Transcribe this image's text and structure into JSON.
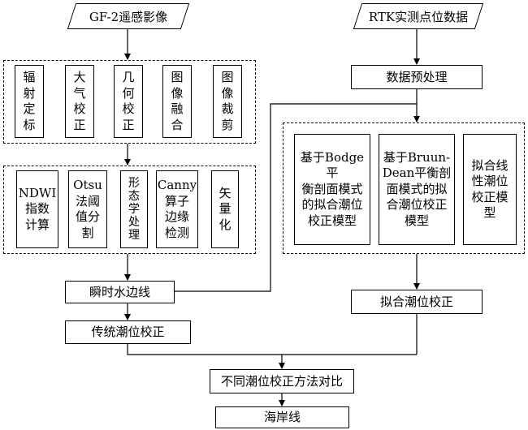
{
  "inputs": {
    "gf2": "GF-2遥感影像",
    "rtk": "RTK实测点位数据"
  },
  "preprocess": {
    "steps": [
      "辐\n射\n定\n标",
      "大\n气\n校\n正",
      "几\n何\n校\n正",
      "图\n像\n融\n合",
      "图\n像\n裁\n剪"
    ]
  },
  "extraction": {
    "steps": [
      "NDWI\n指数\n计算",
      "Otsu\n法阈\n值分\n割",
      "形\n态\n学\n处\n理",
      "Canny\n算子\n边缘\n检测",
      "矢\n量\n化"
    ]
  },
  "rtk_branch": {
    "preprocess": "数据预处理",
    "models": [
      "基于Bodge平\n衡剖面模式\n的拟合潮位\n校正模型",
      "基于Bruun-\nDean平衡剖\n面模式的拟\n合潮位校正\n模型",
      "拟合线\n性潮位\n校正模\n型"
    ],
    "fit_correction": "拟合潮位校正"
  },
  "left_branch": {
    "waterline": "瞬时水边线",
    "traditional": "传统潮位校正"
  },
  "outputs": {
    "compare": "不同潮位校正方法对比",
    "coastline": "海岸线"
  }
}
